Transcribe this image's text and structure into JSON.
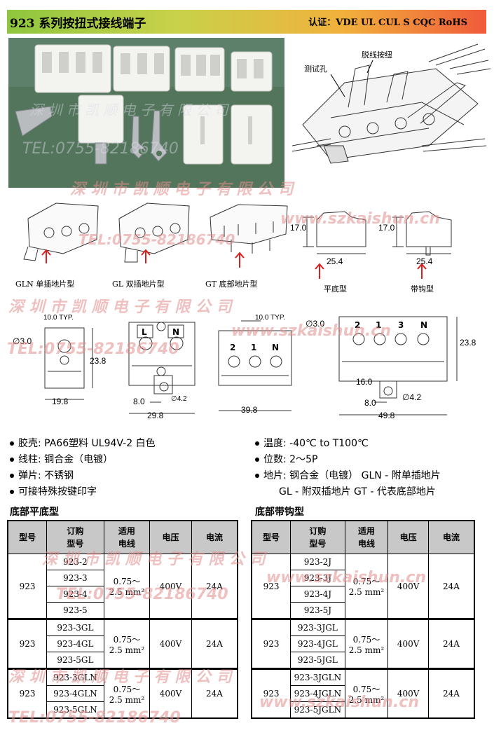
{
  "header": {
    "title": "923 系列按扭式接线端子",
    "cert": "认证：VDE UL CUL S CQC  RoHS"
  },
  "photo": {
    "watermark_company": "深 圳 市 凯 顺 电 子 有 限 公 司",
    "watermark_tel": "TEL:0755-82186740"
  },
  "callouts": {
    "release_button": "脱线按纽",
    "test_hole": "测试孔"
  },
  "types": [
    {
      "code": "GLN",
      "label": "单插地片型"
    },
    {
      "code": "GL",
      "label": "双插地片型"
    },
    {
      "code": "GT",
      "label": "底部地片型"
    }
  ],
  "side_views": {
    "flat_label": "平底型",
    "hook_label": "带钩型",
    "height": "17.0",
    "width": "25.4"
  },
  "dimensions": {
    "pitch": "10.0",
    "pitch_typ": "TYP.",
    "hole_dia": "∅3.0",
    "height": "23.8",
    "w1": "19.8",
    "w2": "29.8",
    "w3": "39.8",
    "w4": "49.8",
    "tab_w": "8.0",
    "tab_hole": "∅4.2",
    "tab_hole_b": "∅4.2",
    "tab_len": "16.0",
    "pins_2": [
      "L",
      "N"
    ],
    "pins_3": [
      "2",
      "1",
      "N"
    ],
    "pins_4": [
      "2",
      "1",
      "3",
      "N"
    ]
  },
  "watermarks": {
    "company": "深 圳 市 凯 顺 电 子 有 限 公 司",
    "tel": "TEL:0755-82186740",
    "web": "www.szkaishun.cn"
  },
  "specs": {
    "left": [
      "胶壳: PA66塑料 UL94V-2  白色",
      "线柱: 铜合金（电镀）",
      "弹片: 不锈钢",
      "可接特殊按键印字"
    ],
    "right": [
      "温度: -40℃ to T100℃",
      "位数: 2～5P",
      "地片: 钢合金（电镀） GLN - 附单插地片"
    ],
    "right_cont": "GL - 附双插地片   GT - 代表底部地片"
  },
  "tables": {
    "flat_title": "底部平底型",
    "hook_title": "底部带钩型",
    "headers": {
      "model": "型号",
      "order_1": "订购",
      "order_2": "型号",
      "wire_1": "适用",
      "wire_2": "电线",
      "voltage": "电压",
      "current": "电流"
    },
    "wire_1": "0.75～",
    "wire_2": "2.5 mm²",
    "flat": [
      {
        "model": "923",
        "orders": [
          "923-2",
          "923-3",
          "923-4",
          "923-5"
        ],
        "voltage": "400V",
        "current": "24A"
      },
      {
        "model": "923",
        "orders": [
          "923-3GL",
          "923-4GL",
          "923-5GL"
        ],
        "voltage": "400V",
        "current": "24A"
      },
      {
        "model": "923",
        "orders": [
          "923-3GLN",
          "923-4GLN",
          "923-5GLN"
        ],
        "voltage": "400V",
        "current": "24A"
      }
    ],
    "hook": [
      {
        "model": "923",
        "orders": [
          "923-2J",
          "923-3J",
          "923-4J",
          "923-5J"
        ],
        "voltage": "400V",
        "current": "24A"
      },
      {
        "model": "923",
        "orders": [
          "923-3JGL",
          "923-4JGL",
          "923-5JGL"
        ],
        "voltage": "400V",
        "current": "24A"
      },
      {
        "model": "923",
        "orders": [
          "923-3JGLN",
          "923-4JGLN",
          "923-5JGLN"
        ],
        "voltage": "400V",
        "current": "24A"
      }
    ]
  }
}
